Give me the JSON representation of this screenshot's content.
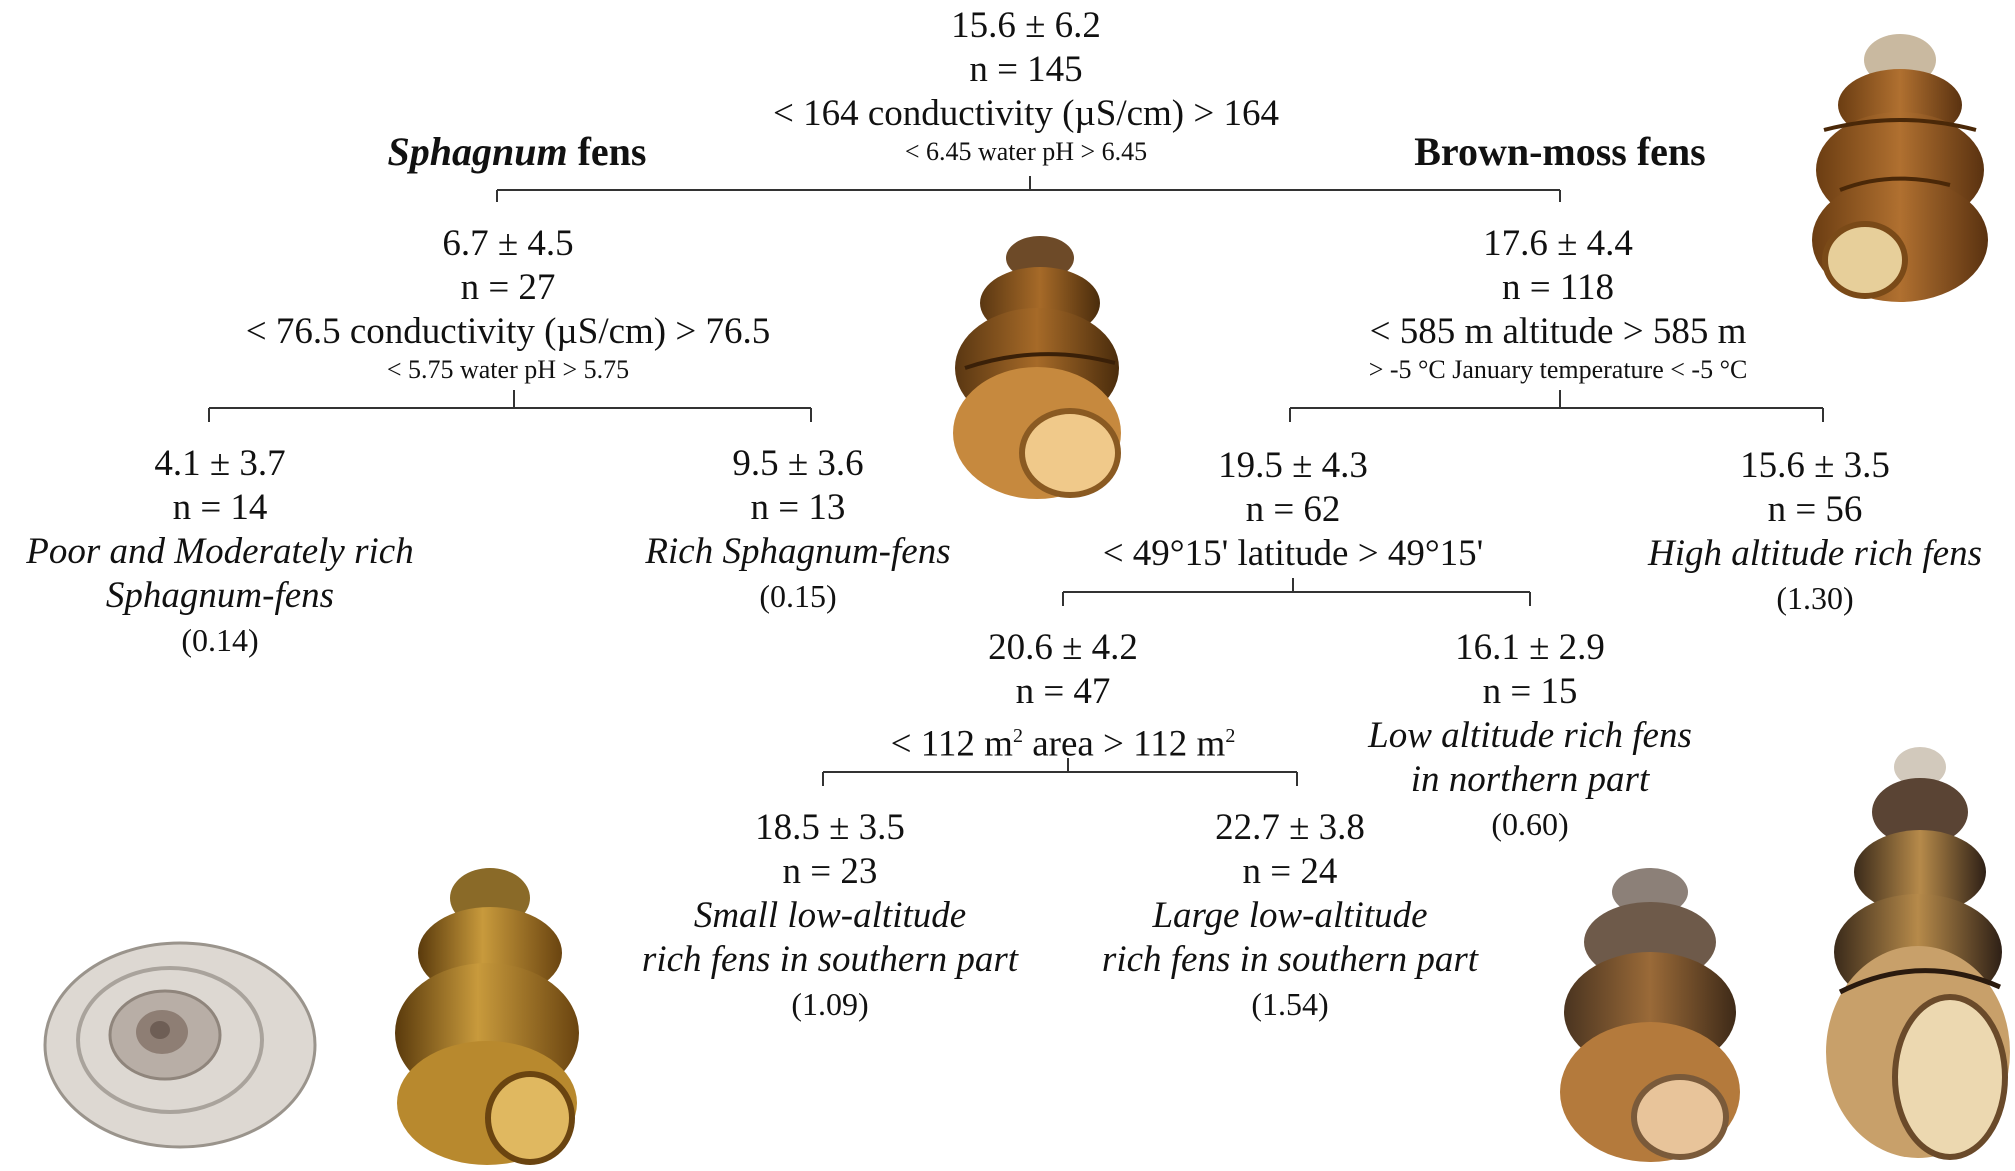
{
  "branches": {
    "left_em": "Sphagnum",
    "left_rest": " fens",
    "right": "Brown-moss fens"
  },
  "nodes": {
    "root": {
      "mean": "15.6 ± 6.2",
      "n": "n = 145",
      "split": "< 164 conductivity (µS/cm) > 164",
      "split2": "< 6.45 water pH > 6.45"
    },
    "sph": {
      "mean": "6.7 ± 4.5",
      "n": "n = 27",
      "split": "< 76.5 conductivity (µS/cm) > 76.5",
      "split2": "< 5.75 water pH > 5.75"
    },
    "poor": {
      "mean": "4.1 ± 3.7",
      "n": "n = 14",
      "label1": "Poor and Moderately rich",
      "label2": "Sphagnum-fens",
      "value": "(0.14)"
    },
    "richsph": {
      "mean": "9.5 ± 3.6",
      "n": "n = 13",
      "label1": "Rich Sphagnum-fens",
      "value": "(0.15)"
    },
    "brown": {
      "mean": "17.6 ± 4.4",
      "n": "n = 118",
      "split": "< 585 m altitude > 585 m",
      "split2": "> -5 °C January temperature < -5 °C"
    },
    "low": {
      "mean": "19.5 ± 4.3",
      "n": "n = 62",
      "split": "< 49°15' latitude > 49°15'"
    },
    "high": {
      "mean": "15.6 ± 3.5",
      "n": "n = 56",
      "label1": "High altitude rich fens",
      "value": "(1.30)"
    },
    "south": {
      "mean": "20.6 ± 4.2",
      "n": "n = 47",
      "split_a": "< 112 m",
      "split_b": " area > 112 m"
    },
    "north": {
      "mean": "16.1 ± 2.9",
      "n": "n = 15",
      "label1": "Low altitude rich fens",
      "label2": "in northern part",
      "value": "(0.60)"
    },
    "small": {
      "mean": "18.5 ± 3.5",
      "n": "n = 23",
      "label1": "Small low-altitude",
      "label2": "rich fens in southern part",
      "value": "(1.09)"
    },
    "large": {
      "mean": "22.7 ± 3.8",
      "n": "n = 24",
      "label1": "Large low-altitude",
      "label2": "rich fens in southern part",
      "value": "(1.54)"
    }
  },
  "superscript": "2",
  "images": {
    "snail1": "brown-snail-shell-icon",
    "snail2": "amber-snail-shell-icon",
    "snail3": "white-disc-snail-shell-icon",
    "snail4": "golden-snail-shell-icon",
    "snail5": "brown-snail-shell-icon",
    "snail6": "elongated-snail-shell-icon"
  }
}
